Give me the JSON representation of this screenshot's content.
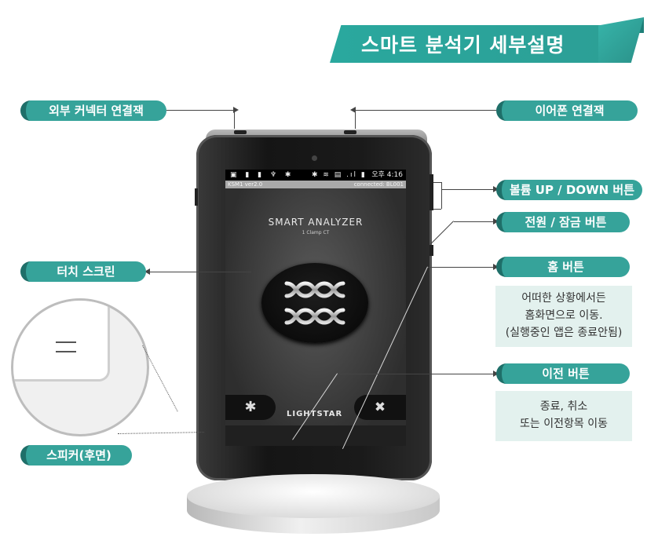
{
  "title": "스마트 분석기  세부설명",
  "labels": {
    "external_connector": "외부 커넥터 연결잭",
    "earphone_jack": "이어폰 연결잭",
    "volume_buttons": "볼륨 UP / DOWN 버튼",
    "power_lock": "전원 / 잠금 버튼",
    "touch_screen": "터치 스크린",
    "home_button": "홈 버튼",
    "back_button": "이전 버튼",
    "speaker": "스피커(후면)"
  },
  "descriptions": {
    "home": [
      "어떠한 상황에서든",
      "홈화면으로 이동.",
      "(실행중인 앱은 종료안됨)"
    ],
    "back": [
      "종료, 취소",
      "또는 이전항목 이동"
    ]
  },
  "screen": {
    "status_icons": "▣ ▮ ▮ ♆ ✱",
    "status_right": "✱ ≋ ▤ .ıl ▮",
    "clock": "오후 4:16",
    "app_left": "KSM1 ver2.0",
    "app_right": "connected: BL001",
    "app_title": "SMART ANALYZER",
    "app_subtitle": "1 Clamp CT",
    "brand": "LIGHTSTAR",
    "bluetooth_glyph": "✱",
    "tools_glyph": "✖"
  },
  "colors": {
    "accent": "#36a39a",
    "accent_dark": "#1f6f69",
    "desc_bg": "#e3f1ee"
  }
}
